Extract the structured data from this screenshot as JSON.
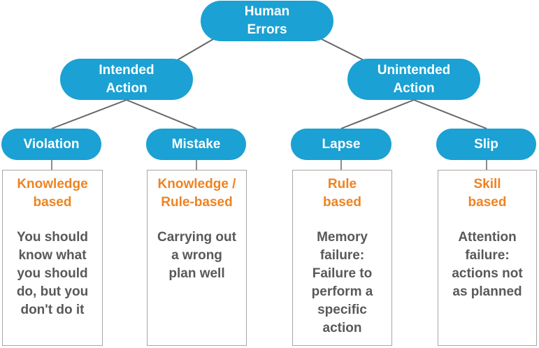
{
  "root": {
    "label": "Human\nErrors"
  },
  "branches": {
    "intended": {
      "label": "Intended\nAction"
    },
    "unintended": {
      "label": "Unintended\nAction"
    }
  },
  "types": [
    {
      "label": "Violation",
      "basis": "Knowledge\nbased",
      "description": "You should\nknow what\nyou should\ndo, but you\ndon't do it"
    },
    {
      "label": "Mistake",
      "basis": "Knowledge /\nRule-based",
      "description": "Carrying out\na wrong\nplan well"
    },
    {
      "label": "Lapse",
      "basis": "Rule\nbased",
      "description": "Memory\nfailure:\nFailure to\nperform a\nspecific\naction"
    },
    {
      "label": "Slip",
      "basis": "Skill\nbased",
      "description": "Attention\nfailure:\nactions not\nas planned"
    }
  ],
  "colors": {
    "node_fill": "#1ba1d4",
    "node_text": "#ffffff",
    "basis_text": "#ee8322",
    "description_text": "#595959",
    "card_border": "#a6a6a6",
    "connector": "#666666"
  }
}
